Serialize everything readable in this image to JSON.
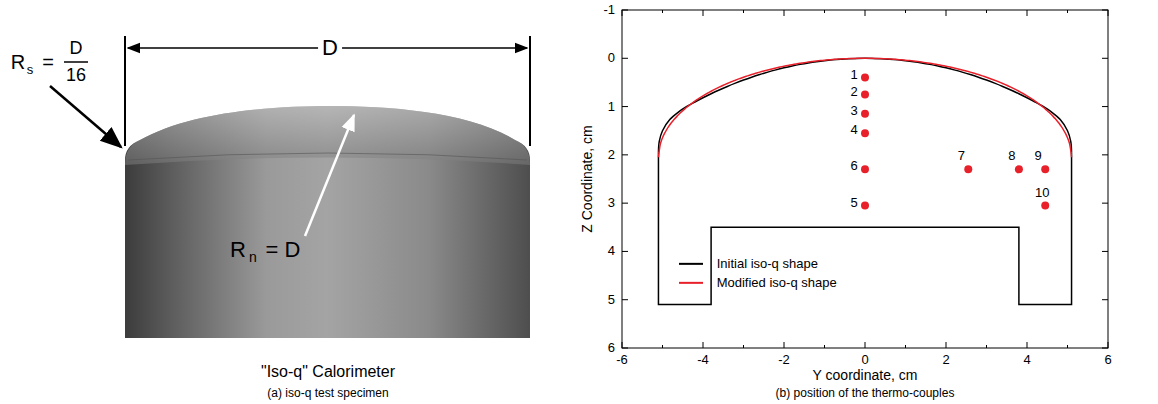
{
  "diagram": {
    "labels": [
      "R",
      "s",
      "=",
      "D",
      "16",
      "D",
      "R",
      "n",
      "= D",
      "\"Iso-q\" Calorimeter",
      "(a) iso-q test specimen",
      "-1",
      "0",
      "1",
      "2",
      "3",
      "4",
      "5",
      "6",
      "-6",
      "-4",
      "-2",
      "0",
      "2",
      "4",
      "6",
      "Z Coordinate, cm",
      "Y coordinate, cm",
      "1",
      "2",
      "3",
      "4",
      "6",
      "7",
      "8",
      "9",
      "10",
      "5",
      "(b) position of the thermo-couples"
    ],
    "legend": [
      {
        "text": "Initial iso-q shape"
      },
      {
        "text": "Modified iso-q shape"
      }
    ]
  }
}
